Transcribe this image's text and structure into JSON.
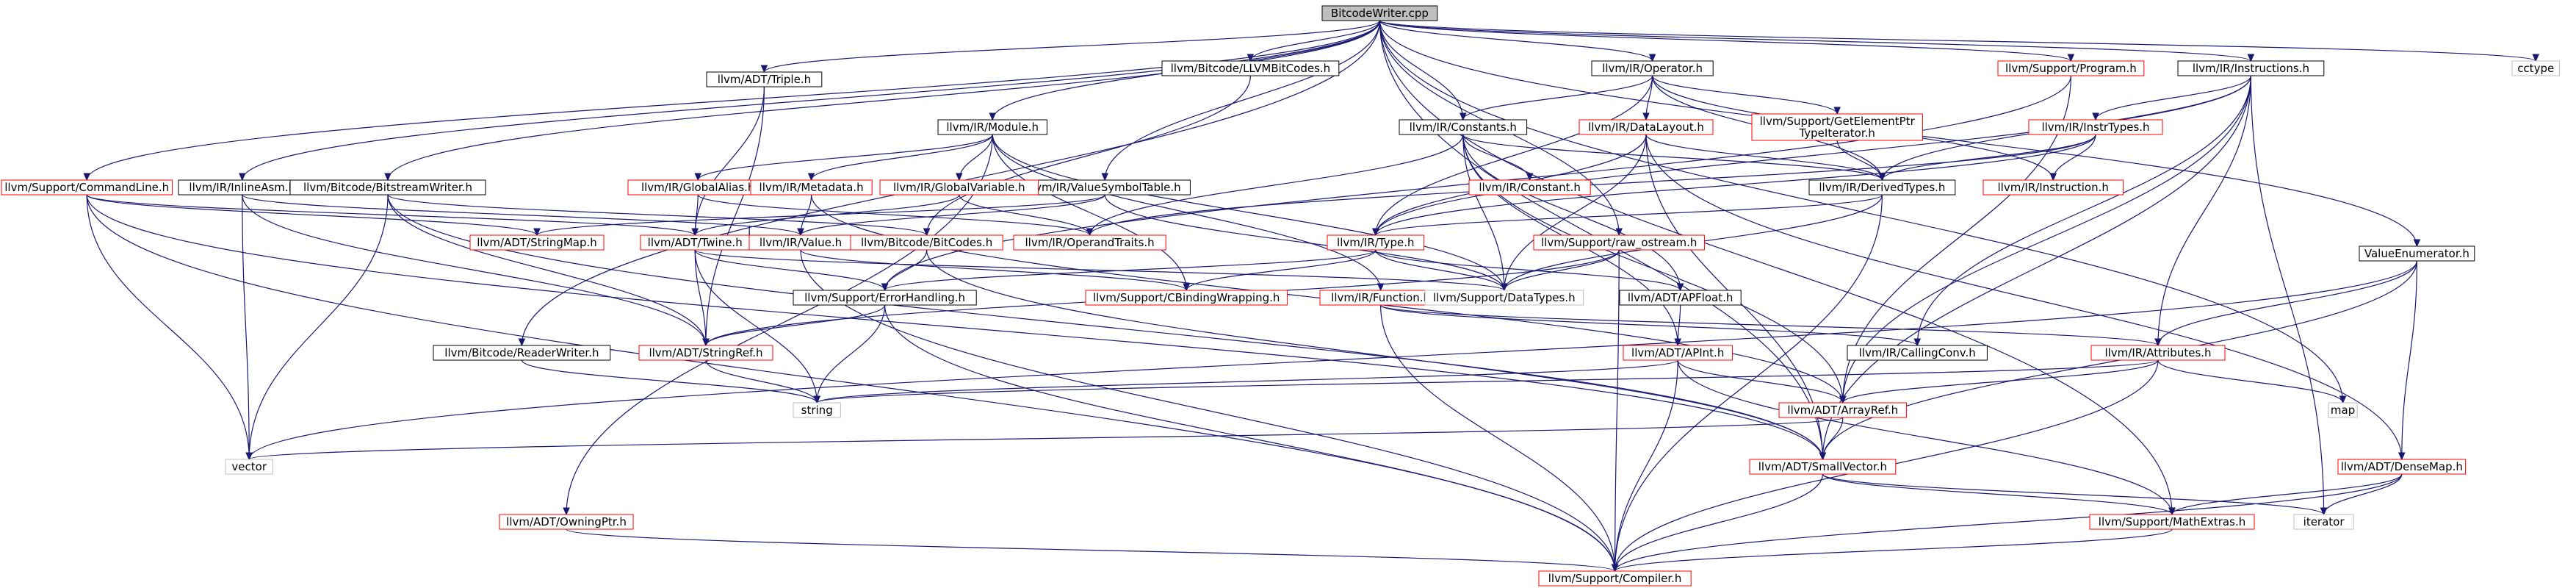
{
  "graph_title": "BitcodeWriter.cpp",
  "nodes": [
    {
      "id": "root",
      "label": "BitcodeWriter.cpp",
      "style": "root"
    },
    {
      "id": "cmdline",
      "label": "llvm/Support/CommandLine.h",
      "style": "red"
    },
    {
      "id": "inlineasm",
      "label": "llvm/IR/InlineAsm.h",
      "style": "black"
    },
    {
      "id": "bswriter",
      "label": "llvm/Bitcode/BitstreamWriter.h",
      "style": "black"
    },
    {
      "id": "triple",
      "label": "llvm/ADT/Triple.h",
      "style": "black"
    },
    {
      "id": "llvmbitcodes",
      "label": "llvm/Bitcode/LLVMBitCodes.h",
      "style": "black"
    },
    {
      "id": "module",
      "label": "llvm/IR/Module.h",
      "style": "black"
    },
    {
      "id": "valuesymtab",
      "label": "llvm/IR/ValueSymbolTable.h",
      "style": "black"
    },
    {
      "id": "globalalias",
      "label": "llvm/IR/GlobalAlias.h",
      "style": "red"
    },
    {
      "id": "metadata",
      "label": "llvm/IR/Metadata.h",
      "style": "red"
    },
    {
      "id": "globalvar",
      "label": "llvm/IR/GlobalVariable.h",
      "style": "red"
    },
    {
      "id": "operator",
      "label": "llvm/IR/Operator.h",
      "style": "black"
    },
    {
      "id": "constants",
      "label": "llvm/IR/Constants.h",
      "style": "black"
    },
    {
      "id": "datalayout",
      "label": "llvm/IR/DataLayout.h",
      "style": "red"
    },
    {
      "id": "gep",
      "label": "llvm/Support/GetElementPtr TypeIterator.h",
      "style": "red",
      "multiline": [
        "llvm/Support/GetElementPtr",
        "TypeIterator.h"
      ]
    },
    {
      "id": "program",
      "label": "llvm/Support/Program.h",
      "style": "red"
    },
    {
      "id": "instructions",
      "label": "llvm/IR/Instructions.h",
      "style": "black"
    },
    {
      "id": "cctype",
      "label": "cctype",
      "style": "gray"
    },
    {
      "id": "instrtypes",
      "label": "llvm/IR/InstrTypes.h",
      "style": "red"
    },
    {
      "id": "derivedtypes",
      "label": "llvm/IR/DerivedTypes.h",
      "style": "black"
    },
    {
      "id": "constant",
      "label": "llvm/IR/Constant.h",
      "style": "red"
    },
    {
      "id": "instruction",
      "label": "llvm/IR/Instruction.h",
      "style": "red"
    },
    {
      "id": "stringmap",
      "label": "llvm/ADT/StringMap.h",
      "style": "red"
    },
    {
      "id": "twine",
      "label": "llvm/ADT/Twine.h",
      "style": "red"
    },
    {
      "id": "value",
      "label": "llvm/IR/Value.h",
      "style": "red"
    },
    {
      "id": "bitcodes",
      "label": "llvm/Bitcode/BitCodes.h",
      "style": "red"
    },
    {
      "id": "operandtraits",
      "label": "llvm/IR/OperandTraits.h",
      "style": "red"
    },
    {
      "id": "type",
      "label": "llvm/IR/Type.h",
      "style": "red"
    },
    {
      "id": "rawostream",
      "label": "llvm/Support/raw_ostream.h",
      "style": "red"
    },
    {
      "id": "valueenum",
      "label": "ValueEnumerator.h",
      "style": "black"
    },
    {
      "id": "errorhandling",
      "label": "llvm/Support/ErrorHandling.h",
      "style": "black"
    },
    {
      "id": "cbinding",
      "label": "llvm/Support/CBindingWrapping.h",
      "style": "red"
    },
    {
      "id": "function",
      "label": "llvm/IR/Function.h",
      "style": "red"
    },
    {
      "id": "datatypes",
      "label": "llvm/Support/DataTypes.h",
      "style": "gray"
    },
    {
      "id": "apfloat",
      "label": "llvm/ADT/APFloat.h",
      "style": "black"
    },
    {
      "id": "readerwriter",
      "label": "llvm/Bitcode/ReaderWriter.h",
      "style": "black"
    },
    {
      "id": "stringref",
      "label": "llvm/ADT/StringRef.h",
      "style": "red"
    },
    {
      "id": "callingconv",
      "label": "llvm/IR/CallingConv.h",
      "style": "black"
    },
    {
      "id": "attributes",
      "label": "llvm/IR/Attributes.h",
      "style": "red"
    },
    {
      "id": "apint",
      "label": "llvm/ADT/APInt.h",
      "style": "red"
    },
    {
      "id": "string",
      "label": "string",
      "style": "gray"
    },
    {
      "id": "map",
      "label": "map",
      "style": "gray"
    },
    {
      "id": "arrayref",
      "label": "llvm/ADT/ArrayRef.h",
      "style": "red"
    },
    {
      "id": "vector",
      "label": "vector",
      "style": "gray"
    },
    {
      "id": "smallvector",
      "label": "llvm/ADT/SmallVector.h",
      "style": "red"
    },
    {
      "id": "densemap",
      "label": "llvm/ADT/DenseMap.h",
      "style": "red"
    },
    {
      "id": "owningptr",
      "label": "llvm/ADT/OwningPtr.h",
      "style": "red"
    },
    {
      "id": "mathextras",
      "label": "llvm/Support/MathExtras.h",
      "style": "red"
    },
    {
      "id": "iterator",
      "label": "iterator",
      "style": "gray"
    },
    {
      "id": "compiler",
      "label": "llvm/Support/Compiler.h",
      "style": "red"
    }
  ],
  "edges": [
    [
      "root",
      "cmdline"
    ],
    [
      "root",
      "inlineasm"
    ],
    [
      "root",
      "bswriter"
    ],
    [
      "root",
      "triple"
    ],
    [
      "root",
      "llvmbitcodes"
    ],
    [
      "root",
      "module"
    ],
    [
      "root",
      "valuesymtab"
    ],
    [
      "root",
      "operator"
    ],
    [
      "root",
      "constants"
    ],
    [
      "root",
      "program"
    ],
    [
      "root",
      "instructions"
    ],
    [
      "root",
      "cctype"
    ],
    [
      "root",
      "valueenum"
    ],
    [
      "root",
      "readerwriter"
    ],
    [
      "root",
      "rawostream"
    ],
    [
      "root",
      "map"
    ],
    [
      "root",
      "mathextras"
    ],
    [
      "root",
      "smallvector"
    ],
    [
      "cmdline",
      "twine"
    ],
    [
      "cmdline",
      "stringmap"
    ],
    [
      "cmdline",
      "smallvector"
    ],
    [
      "cmdline",
      "vector"
    ],
    [
      "cmdline",
      "compiler"
    ],
    [
      "inlineasm",
      "value"
    ],
    [
      "inlineasm",
      "stringref"
    ],
    [
      "inlineasm",
      "vector"
    ],
    [
      "bswriter",
      "stringref"
    ],
    [
      "bswriter",
      "bitcodes"
    ],
    [
      "bswriter",
      "vector"
    ],
    [
      "bswriter",
      "smallvector"
    ],
    [
      "triple",
      "twine"
    ],
    [
      "triple",
      "stringref"
    ],
    [
      "llvmbitcodes",
      "bitcodes"
    ],
    [
      "module",
      "globalalias"
    ],
    [
      "module",
      "metadata"
    ],
    [
      "module",
      "globalvar"
    ],
    [
      "module",
      "function"
    ],
    [
      "module",
      "owningptr"
    ],
    [
      "module",
      "datatypes"
    ],
    [
      "module",
      "cbinding"
    ],
    [
      "valuesymtab",
      "value"
    ],
    [
      "valuesymtab",
      "stringmap"
    ],
    [
      "valuesymtab",
      "datatypes"
    ],
    [
      "globalalias",
      "twine"
    ],
    [
      "globalalias",
      "operandtraits"
    ],
    [
      "metadata",
      "value"
    ],
    [
      "metadata",
      "arrayref"
    ],
    [
      "globalvar",
      "operandtraits"
    ],
    [
      "globalvar",
      "twine"
    ],
    [
      "operator",
      "constants"
    ],
    [
      "operator",
      "datalayout"
    ],
    [
      "operator",
      "gep"
    ],
    [
      "operator",
      "instruction"
    ],
    [
      "operator",
      "derivedtypes"
    ],
    [
      "operator",
      "type"
    ],
    [
      "constants",
      "constant"
    ],
    [
      "constants",
      "operandtraits"
    ],
    [
      "constants",
      "derivedtypes"
    ],
    [
      "constants",
      "apfloat"
    ],
    [
      "constants",
      "apint"
    ],
    [
      "constants",
      "arrayref"
    ],
    [
      "constants",
      "datatypes"
    ],
    [
      "datalayout",
      "derivedtypes"
    ],
    [
      "datalayout",
      "type"
    ],
    [
      "datalayout",
      "densemap"
    ],
    [
      "datalayout",
      "smallvector"
    ],
    [
      "datalayout",
      "datatypes"
    ],
    [
      "gep",
      "derivedtypes"
    ],
    [
      "program",
      "arrayref"
    ],
    [
      "program",
      "errorhandling"
    ],
    [
      "instructions",
      "instrtypes"
    ],
    [
      "instructions",
      "derivedtypes"
    ],
    [
      "instructions",
      "attributes"
    ],
    [
      "instructions",
      "callingconv"
    ],
    [
      "instructions",
      "arrayref"
    ],
    [
      "instructions",
      "smallvector"
    ],
    [
      "instructions",
      "iterator"
    ],
    [
      "instructions",
      "type"
    ],
    [
      "instrtypes",
      "instruction"
    ],
    [
      "instrtypes",
      "operandtraits"
    ],
    [
      "instrtypes",
      "derivedtypes"
    ],
    [
      "instrtypes",
      "type"
    ],
    [
      "derivedtypes",
      "type"
    ],
    [
      "derivedtypes",
      "compiler"
    ],
    [
      "derivedtypes",
      "datatypes"
    ],
    [
      "twine",
      "stringref"
    ],
    [
      "twine",
      "errorhandling"
    ],
    [
      "twine",
      "datatypes"
    ],
    [
      "twine",
      "string"
    ],
    [
      "value",
      "twine"
    ],
    [
      "value",
      "cbinding"
    ],
    [
      "value",
      "compiler"
    ],
    [
      "bitcodes",
      "errorhandling"
    ],
    [
      "bitcodes",
      "smallvector"
    ],
    [
      "type",
      "errorhandling"
    ],
    [
      "type",
      "cbinding"
    ],
    [
      "type",
      "datatypes"
    ],
    [
      "type",
      "apfloat"
    ],
    [
      "rawostream",
      "stringref"
    ],
    [
      "rawostream",
      "compiler"
    ],
    [
      "rawostream",
      "datatypes"
    ],
    [
      "valueenum",
      "attributes"
    ],
    [
      "valueenum",
      "densemap"
    ],
    [
      "valueenum",
      "smallvector"
    ],
    [
      "valueenum",
      "vector"
    ],
    [
      "errorhandling",
      "stringref"
    ],
    [
      "errorhandling",
      "string"
    ],
    [
      "errorhandling",
      "compiler"
    ],
    [
      "function",
      "attributes"
    ],
    [
      "function",
      "callingconv"
    ],
    [
      "function",
      "compiler"
    ],
    [
      "apfloat",
      "apint"
    ],
    [
      "readerwriter",
      "string"
    ],
    [
      "stringref",
      "string"
    ],
    [
      "apint",
      "arrayref"
    ],
    [
      "apint",
      "mathextras"
    ],
    [
      "apint",
      "compiler"
    ],
    [
      "apint",
      "string"
    ],
    [
      "attributes",
      "arrayref"
    ],
    [
      "attributes",
      "map"
    ],
    [
      "attributes",
      "string"
    ],
    [
      "attributes",
      "compiler"
    ],
    [
      "arrayref",
      "smallvector"
    ],
    [
      "arrayref",
      "vector"
    ],
    [
      "smallvector",
      "mathextras"
    ],
    [
      "smallvector",
      "compiler"
    ],
    [
      "smallvector",
      "iterator"
    ],
    [
      "densemap",
      "mathextras"
    ],
    [
      "densemap",
      "iterator"
    ],
    [
      "densemap",
      "compiler"
    ],
    [
      "owningptr",
      "compiler"
    ],
    [
      "mathextras",
      "compiler"
    ]
  ],
  "colors": {
    "root_fill": "#bfbfbf",
    "edge": "#191970",
    "border_red": "#ff0000",
    "border_black": "#000000",
    "border_gray": "#bfbfbf",
    "text": "#000000"
  }
}
